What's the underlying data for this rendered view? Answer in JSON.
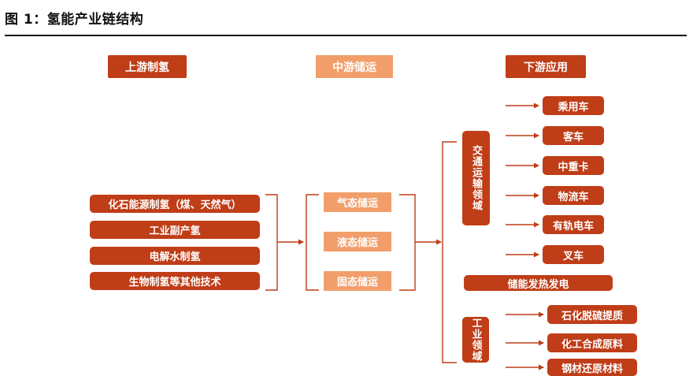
{
  "title": "图 1：氢能产业链结构",
  "headers": {
    "upstream": "上游制氢",
    "midstream": "中游储运",
    "downstream": "下游应用"
  },
  "upstream_items": [
    "化石能源制氢（煤、天然气）",
    "工业副产氢",
    "电解水制氢",
    "生物制氢等其他技术"
  ],
  "midstream_items": [
    "气态储运",
    "液态储运",
    "固态储运"
  ],
  "transport": {
    "label": "交通运输领域",
    "items": [
      "乘用车",
      "客车",
      "中重卡",
      "物流车",
      "有轨电车",
      "叉车"
    ]
  },
  "storage_power": "储能发热发电",
  "industry": {
    "label": "工业领域",
    "items": [
      "石化脱硫提质",
      "化工合成原料",
      "钢材还原材料"
    ]
  },
  "colors": {
    "dark_box": "#bf3d17",
    "light_box": "#f29e6b",
    "connector": "#bf3d17"
  }
}
